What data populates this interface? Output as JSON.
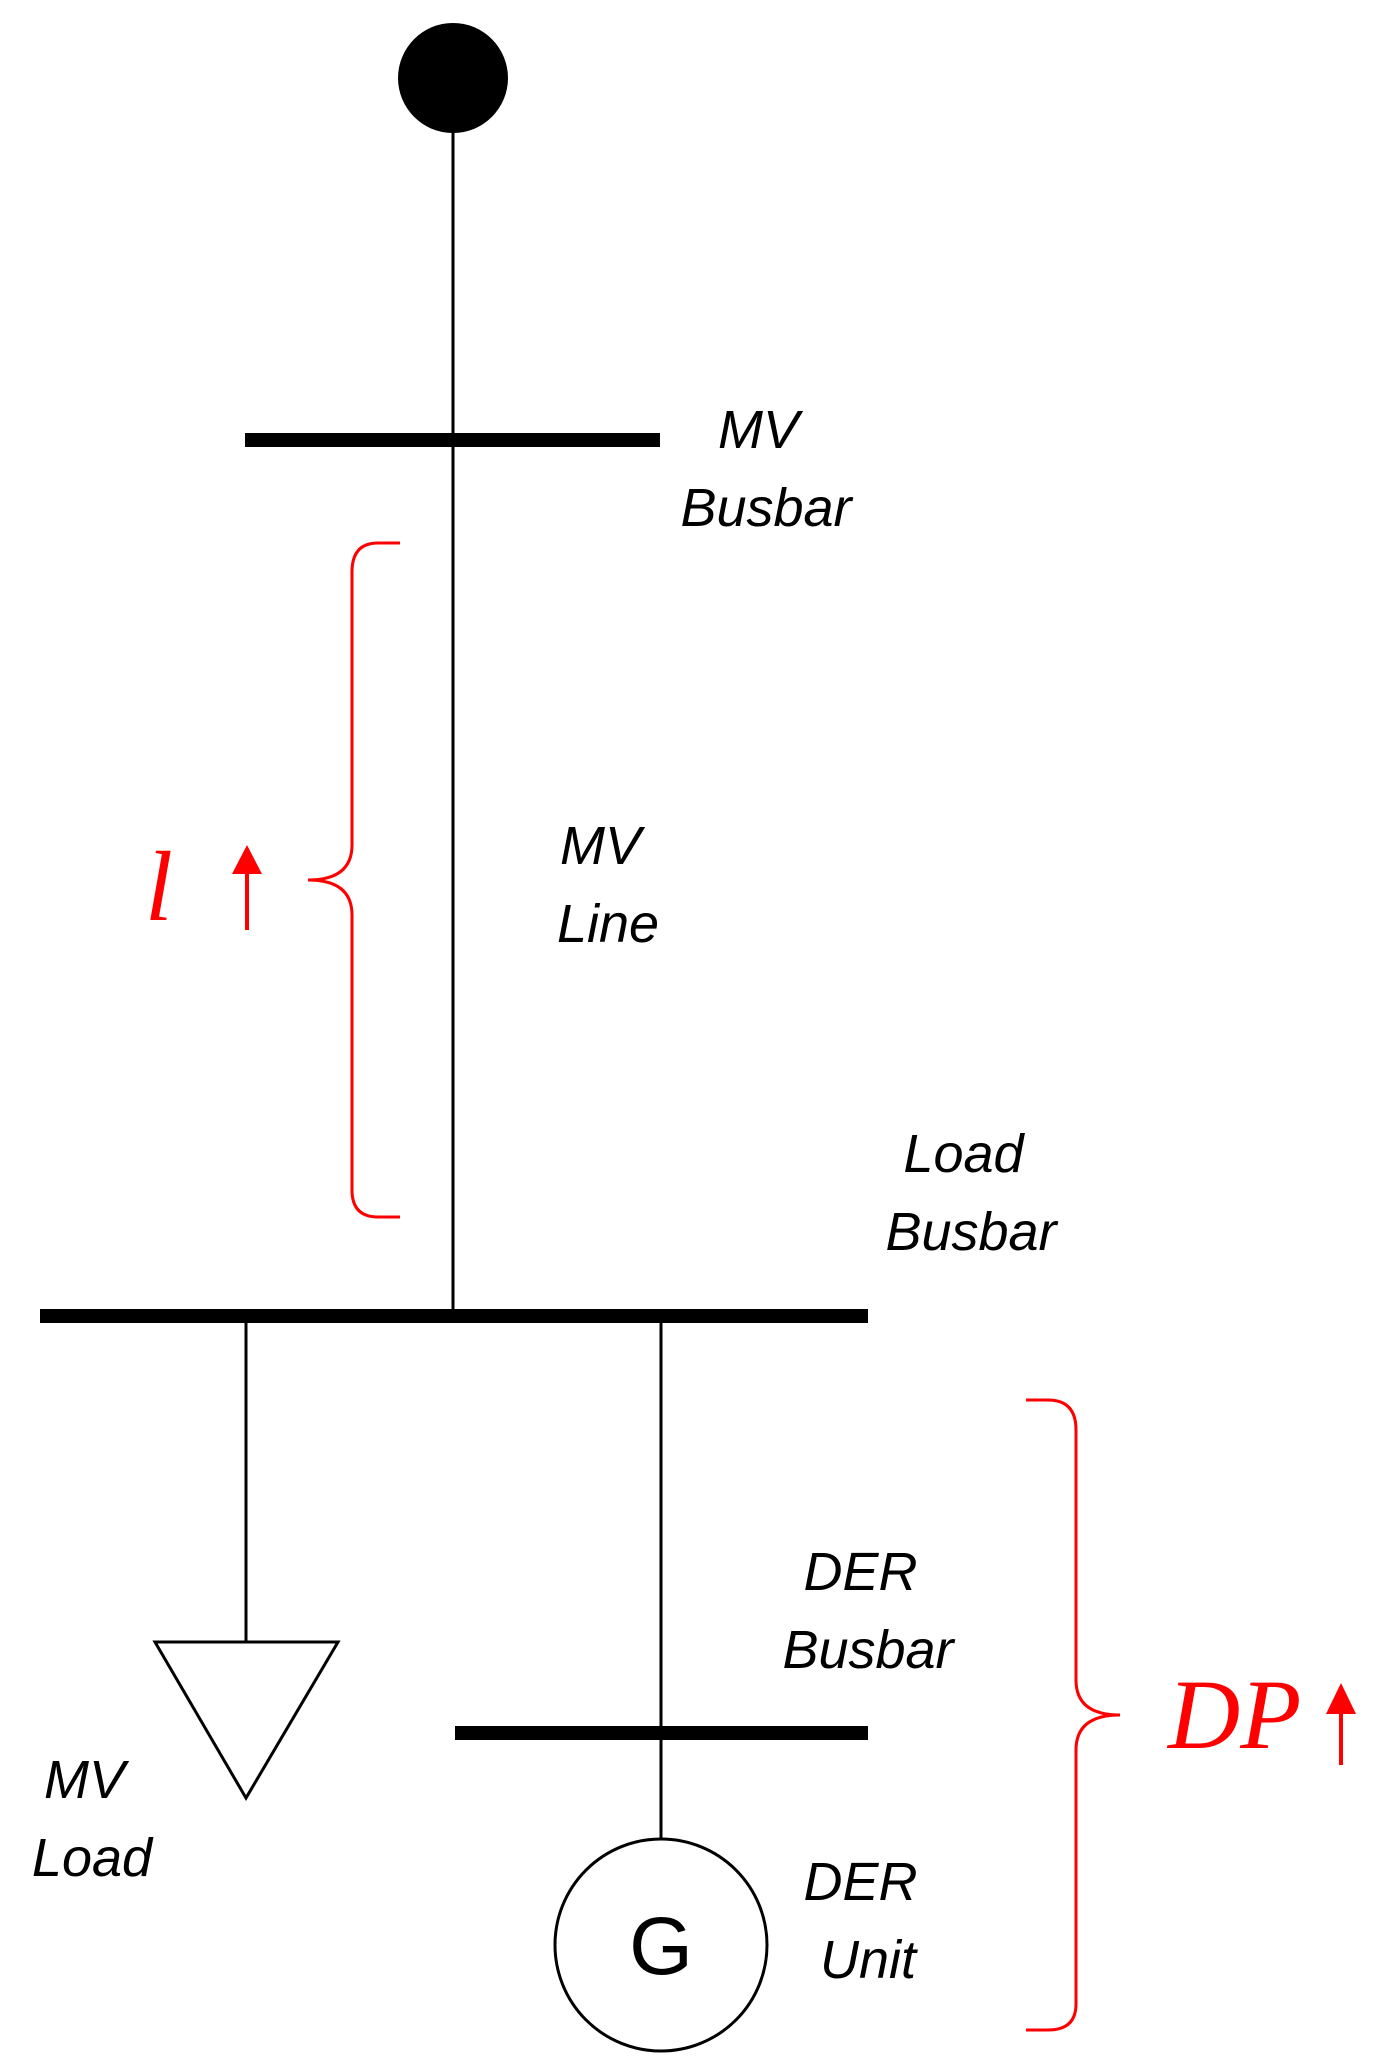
{
  "labels": {
    "mv_busbar": [
      "MV",
      "Busbar"
    ],
    "mv_line": [
      "MV",
      "Line"
    ],
    "load_busbar": [
      "Load",
      "Busbar"
    ],
    "der_busbar": [
      "DER",
      "Busbar"
    ],
    "mv_load": [
      "MV",
      "Load"
    ],
    "der_unit": [
      "DER",
      "Unit"
    ],
    "generator": "G"
  },
  "annotations": {
    "line_length": "l",
    "der_power": "DP"
  },
  "colors": {
    "wire": "#000000",
    "annotation": "#ff0000"
  },
  "icons": {
    "source": "filled-circle-icon",
    "load": "triangle-load-icon",
    "generator": "generator-circle-icon",
    "increase": "arrow-up-icon"
  }
}
